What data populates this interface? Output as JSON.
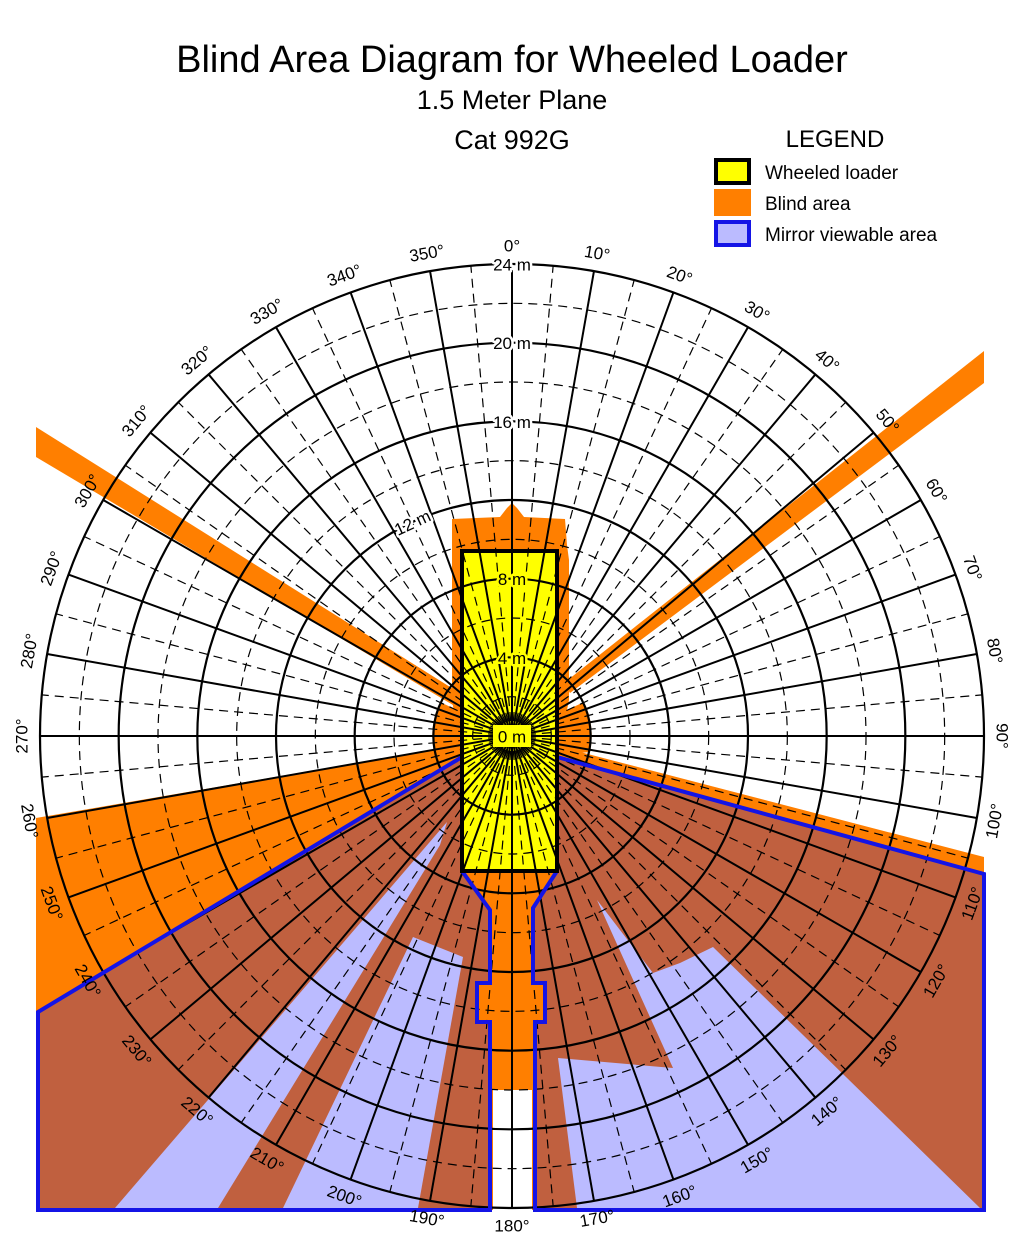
{
  "header": {
    "title": "Blind Area Diagram for Wheeled Loader",
    "plane": "1.5 Meter Plane",
    "model": "Cat 992G"
  },
  "legend": {
    "heading": "LEGEND",
    "items": [
      {
        "label": "Wheeled loader",
        "fill": "#FFFF00",
        "stroke": "#000000"
      },
      {
        "label": "Blind area",
        "fill": "#FF7F00",
        "stroke": "#FF7F00"
      },
      {
        "label": "Mirror viewable area",
        "fill": "#BBBBFF",
        "stroke": "#1414E6"
      }
    ]
  },
  "colors": {
    "loader": "#FFFF00",
    "blind": "#FF7F00",
    "mirror_blind": "#C0603F",
    "mirror_view": "#BBBBFF",
    "mirror_outline": "#1414E6"
  },
  "grid": {
    "max_range_m": 24,
    "ring_step_m": 2,
    "radial_step_deg": 5,
    "angle_labels": [
      "0°",
      "10°",
      "20°",
      "30°",
      "40°",
      "50°",
      "60°",
      "70°",
      "80°",
      "90°",
      "100°",
      "110°",
      "120°",
      "130°",
      "140°",
      "150°",
      "160°",
      "170°",
      "180°",
      "190°",
      "200°",
      "210°",
      "220°",
      "230°",
      "240°",
      "250°",
      "260°",
      "270°",
      "280°",
      "290°",
      "300°",
      "310°",
      "320°",
      "330°",
      "340°",
      "350°"
    ],
    "range_labels": [
      "0 m",
      "4 m",
      "8 m",
      "12 m",
      "16 m",
      "20 m",
      "24 m"
    ]
  }
}
